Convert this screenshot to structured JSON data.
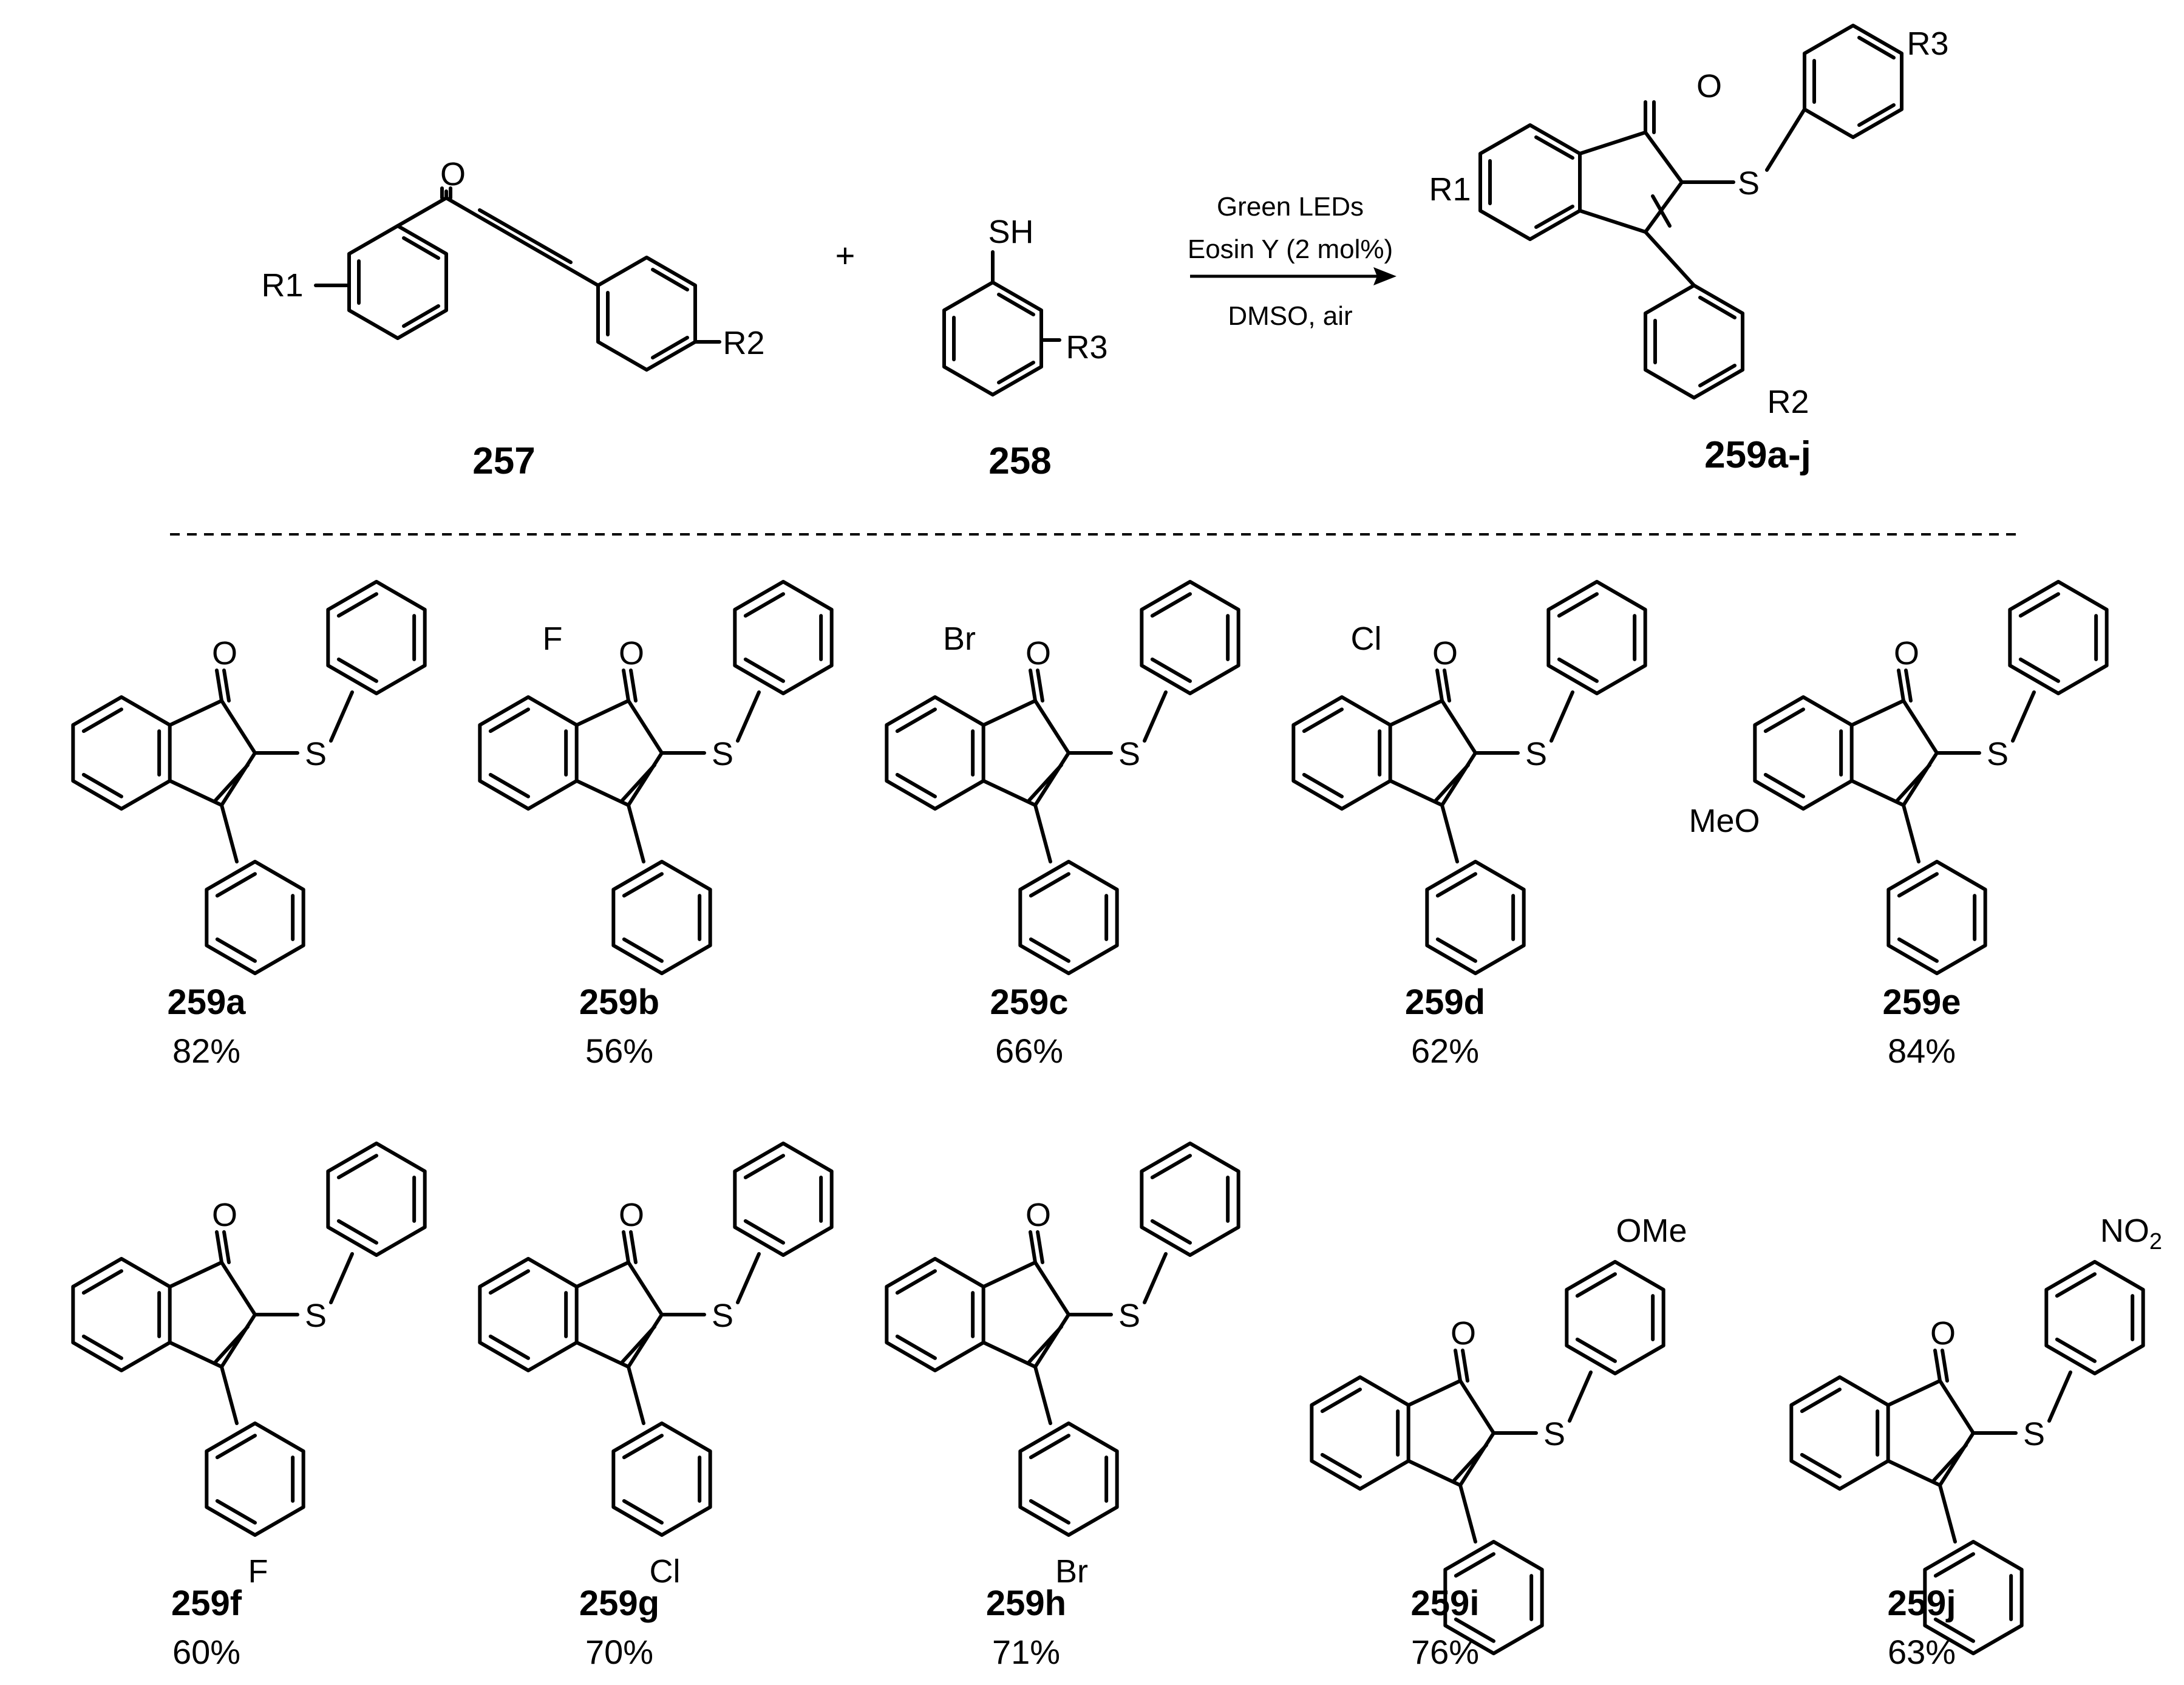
{
  "scheme": {
    "reactant1": {
      "label": "257",
      "substituents": [
        "R1",
        "R2"
      ],
      "carbonyl_label": "O"
    },
    "plus": "+",
    "reactant2": {
      "label": "258",
      "thiol_label": "SH",
      "substituent": "R3"
    },
    "conditions": {
      "line1": "Green LEDs",
      "line2": "Eosin Y (2 mol%)",
      "line3": "DMSO, air"
    },
    "product": {
      "label": "259a-j",
      "carbonyl_label": "O",
      "sulfur_label": "S",
      "substituents": [
        "R1",
        "R2",
        "R3"
      ]
    }
  },
  "examples": [
    {
      "label": "259a",
      "yield": "82%"
    },
    {
      "label": "259b",
      "yield": "56%",
      "indanone_substituent": "F"
    },
    {
      "label": "259c",
      "yield": "66%",
      "indanone_substituent": "Br"
    },
    {
      "label": "259d",
      "yield": "62%",
      "indanone_substituent": "Cl"
    },
    {
      "label": "259e",
      "yield": "84%",
      "indanone_substituent": "MeO"
    },
    {
      "label": "259f",
      "yield": "60%",
      "aryl_substituent": "F"
    },
    {
      "label": "259g",
      "yield": "70%",
      "aryl_substituent": "Cl"
    },
    {
      "label": "259h",
      "yield": "71%",
      "aryl_substituent": "Br"
    },
    {
      "label": "259i",
      "yield": "76%",
      "thioaryl_substituent": "OMe"
    },
    {
      "label": "259j",
      "yield": "63%",
      "thioaryl_substituent": "NO2"
    }
  ]
}
